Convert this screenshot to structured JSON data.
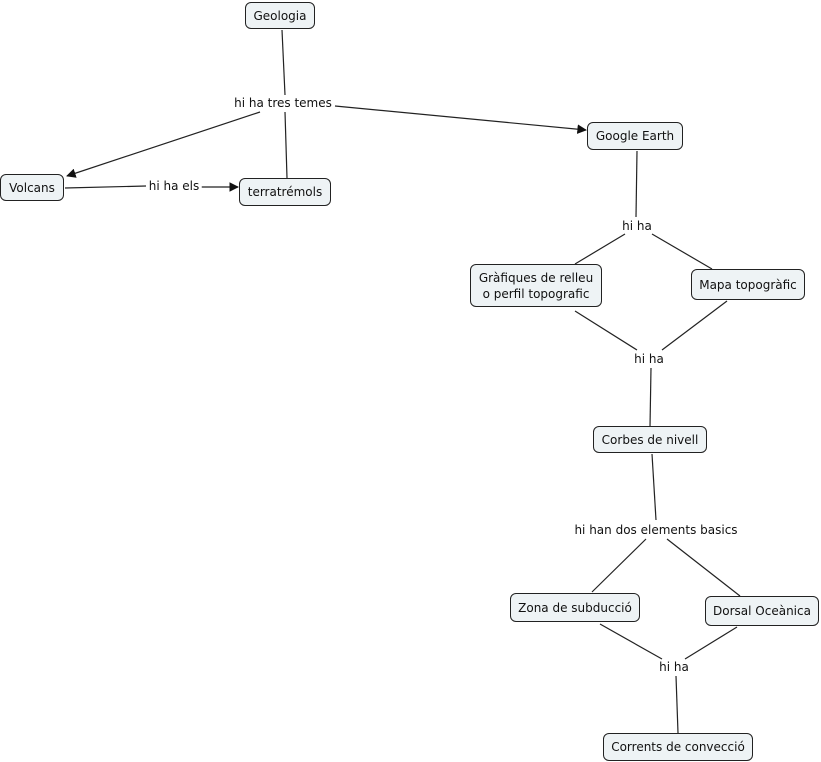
{
  "concepts": {
    "geologia": "Geologia",
    "google_earth": "Google Earth",
    "volcans": "Volcans",
    "terratremols": "terratrémols",
    "grafiques": "Gràfiques de relleu\no perfil topografic",
    "mapa": "Mapa topogràfic",
    "corbes": "Corbes de nivell",
    "zona": "Zona de subducció",
    "dorsal": "Dorsal Oceànica",
    "corrents": "Corrents de convecció"
  },
  "links": {
    "tres_temes": "hi ha tres temes",
    "hi_ha_els": "hi ha els",
    "hi_ha_1": "hi ha",
    "hi_ha_2": "hi ha",
    "dos_elements": "hi han dos elements basics",
    "hi_ha_3": "hi ha"
  },
  "colors": {
    "node_fill": "#eef3f5",
    "stroke": "#222222"
  }
}
